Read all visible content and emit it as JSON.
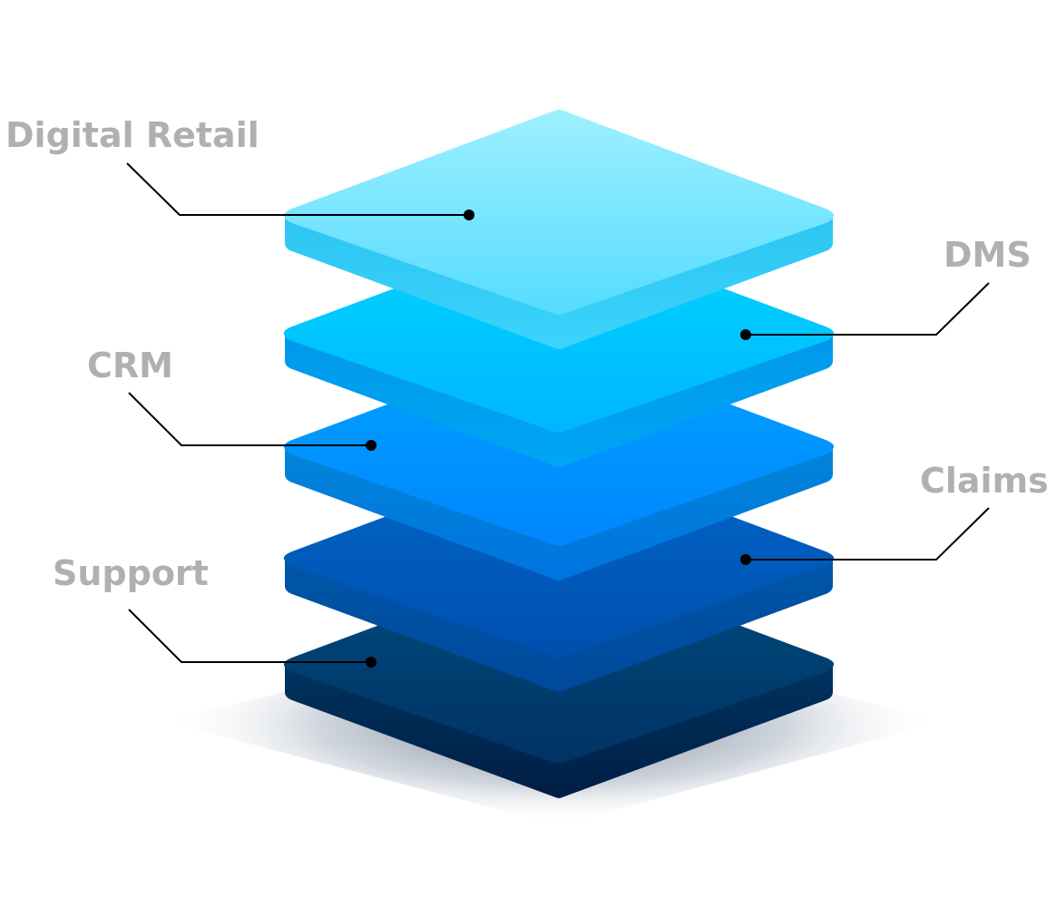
{
  "diagram": {
    "type": "stacked-layers",
    "layers": [
      {
        "name": "Digital Retail",
        "top": "#9ef0ff",
        "top2": "#55dcff",
        "side": "#2ec4f3",
        "side2": "#3ad4fc",
        "label_side": "left"
      },
      {
        "name": "DMS",
        "top": "#00d6ff",
        "top2": "#00b6ff",
        "side": "#0198ea",
        "side2": "#00a6f4",
        "label_side": "right"
      },
      {
        "name": "CRM",
        "top": "#00a4ff",
        "top2": "#0086ff",
        "side": "#0184d8",
        "side2": "#0074e0",
        "label_side": "left"
      },
      {
        "name": "Claims",
        "top": "#0068c8",
        "top2": "#004fb0",
        "side": "#0056a8",
        "side2": "#00489a",
        "label_side": "right"
      },
      {
        "name": "Support",
        "top": "#004c80",
        "top2": "#003364",
        "side": "#00335f",
        "side2": "#001e44",
        "label_side": "left"
      }
    ],
    "connector_color": "#000000",
    "label_color": "#b0b0b0"
  }
}
